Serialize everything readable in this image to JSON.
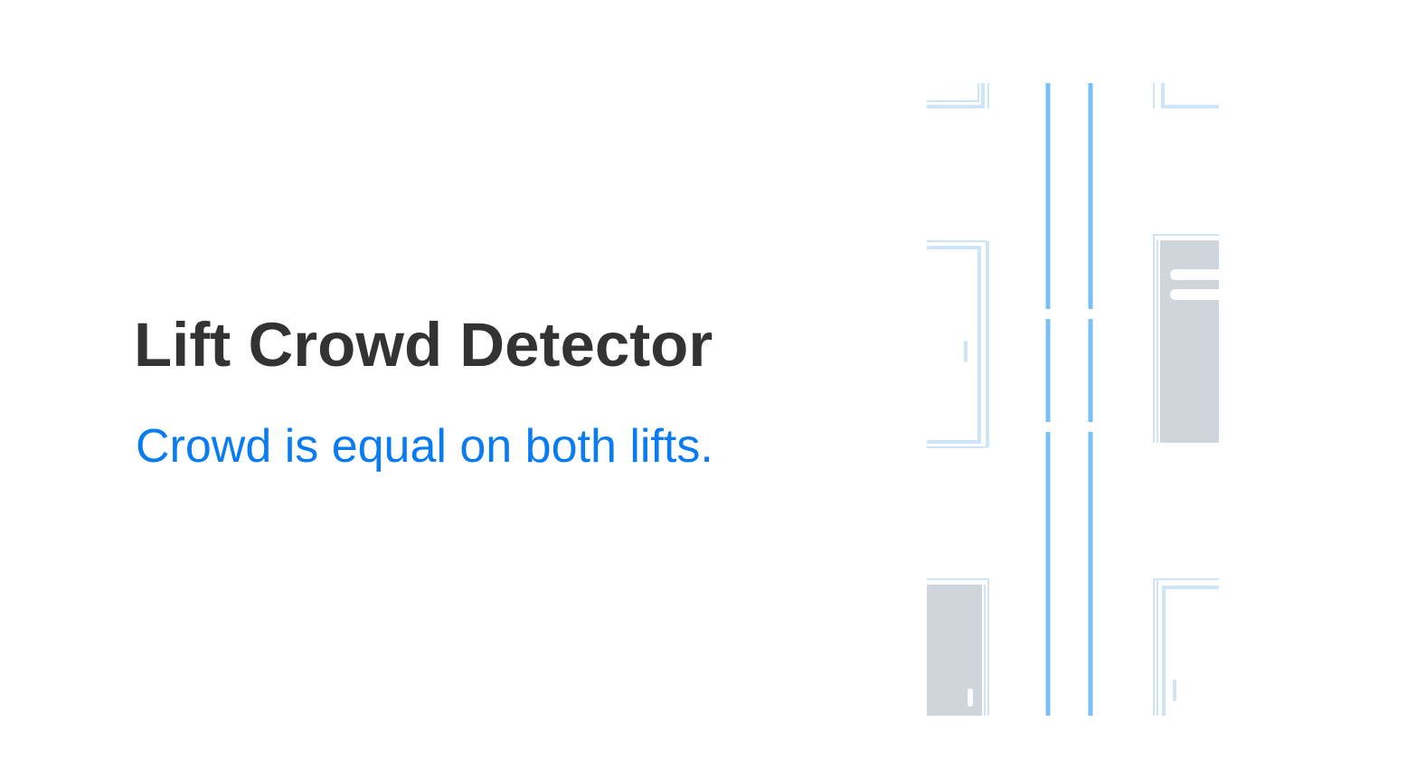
{
  "app": {
    "title": "Lift Crowd Detector",
    "status_message": "Crowd is equal on both lifts."
  },
  "colors": {
    "title": "#333333",
    "status": "#0a7cf0",
    "shaft_line": "#78bff5",
    "frame_line": "#cde5f7",
    "door_fill": "#cfd5da",
    "indicator": "#ffffff"
  },
  "scene": {
    "lifts": [
      "left",
      "right"
    ],
    "floors": 3,
    "icons": [
      "lift-shaft-rails",
      "door-frame-icon",
      "closed-door-icon",
      "door-handle-icon"
    ]
  }
}
